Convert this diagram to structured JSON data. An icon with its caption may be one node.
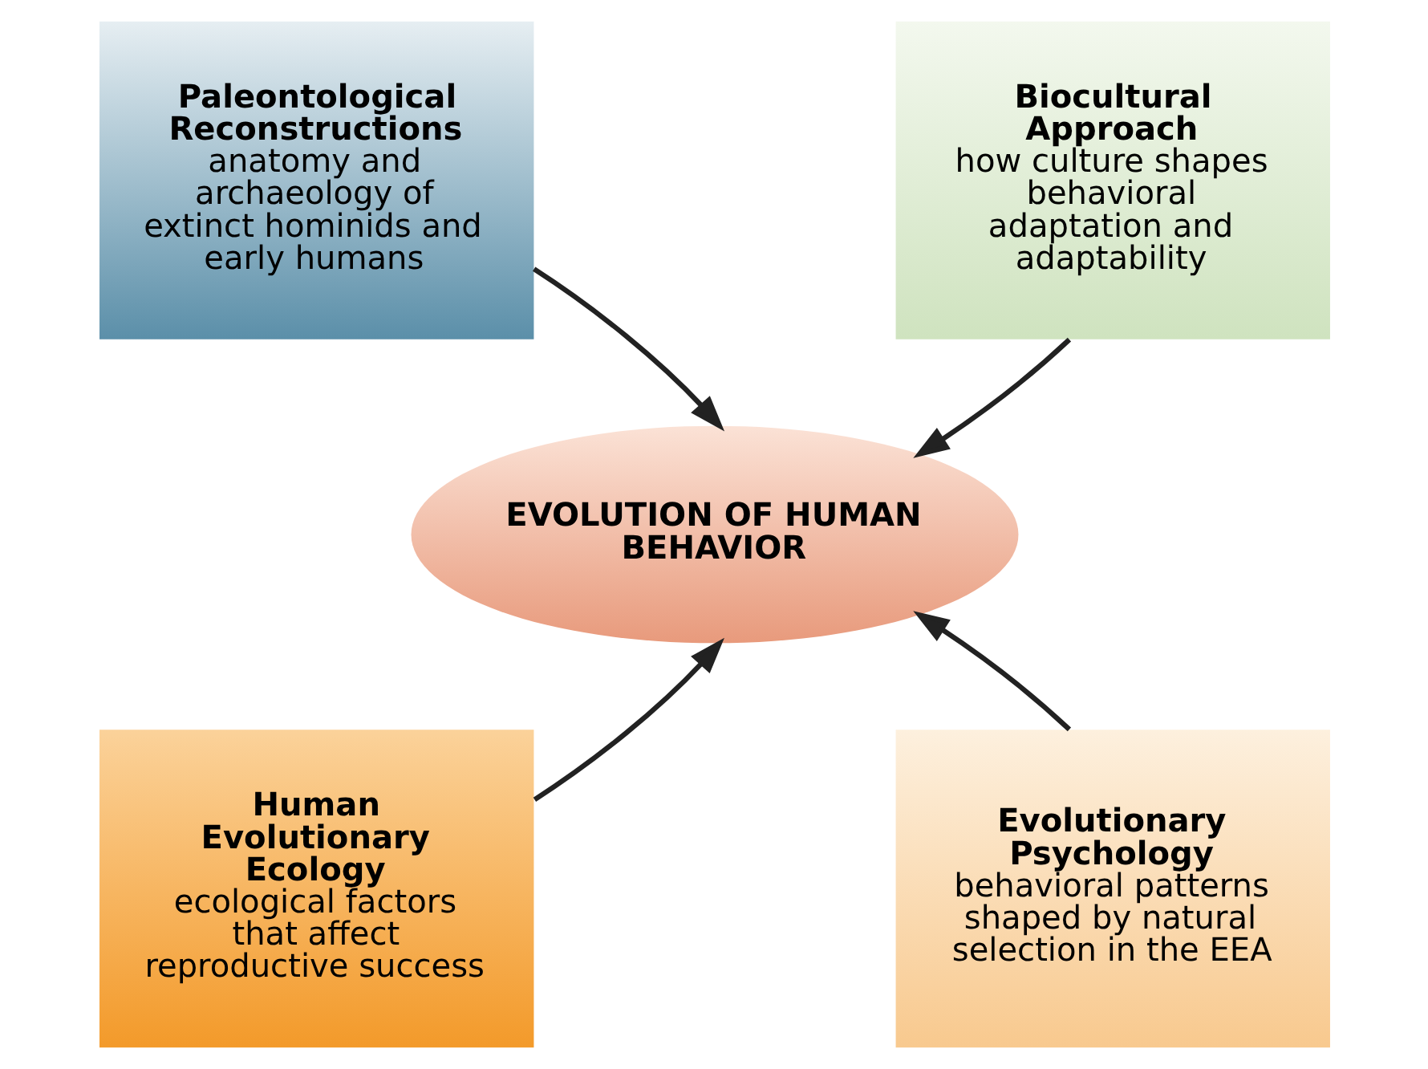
{
  "diagram": {
    "nodes": [
      {
        "text": [
          "Paleontological Reconstructions",
          "anatomy and archaeology of extinct hominids and early humans"
        ]
      },
      {
        "text": [
          "Biocultural Approach",
          "how culture shapes behavioral adaptation and adaptability"
        ]
      },
      {
        "text": [
          "EVOLUTION OF HUMAN BEHAVIOR"
        ]
      },
      {
        "text": [
          "Human Evolutionary Ecology",
          "ecological factors that affect reproductive success"
        ]
      },
      {
        "text": [
          "Evolutionary Psychology",
          "behavioral patterns shaped by natural selection in the EEA"
        ]
      }
    ],
    "edges": [
      {
        "from": 0,
        "to": 2,
        "arrow": "to"
      },
      {
        "from": 1,
        "to": 2,
        "arrow": "to"
      },
      {
        "from": 3,
        "to": 2,
        "arrow": "to"
      },
      {
        "from": 4,
        "to": 2,
        "arrow": "to"
      }
    ]
  }
}
